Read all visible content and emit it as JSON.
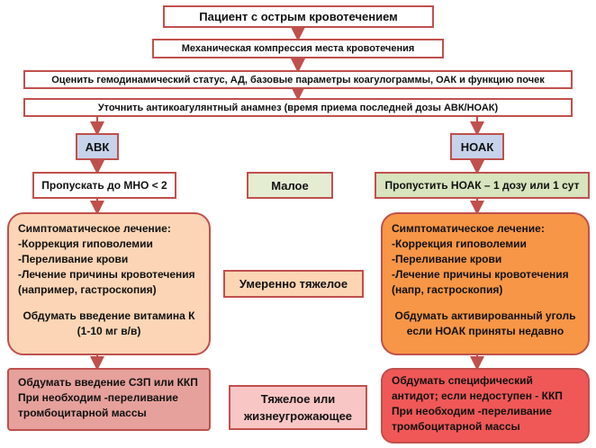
{
  "flow": {
    "step1": "Пациент с острым кровотечением",
    "step2": "Механическая компрессия места кровотечения",
    "step3": "Оценить гемодинамический статус, АД, базовые параметры коагулограммы, ОАК и функцию почек",
    "step4": "Уточнить антикоагулянтный анамнез (время приема последней дозы АВК/НОАК)"
  },
  "branches": {
    "left": "АВК",
    "right": "НОАК"
  },
  "severity": {
    "mild": "Малое",
    "moderate": "Умеренно тяжелое",
    "severe_line1": "Тяжелое или",
    "severe_line2": "жизнеугрожающее"
  },
  "avk": {
    "mild": "Пропускать до МНО < 2",
    "moderate": {
      "l1": "Симптоматическое лечение:",
      "l2": "-Коррекция гиповолемии",
      "l3": "-Переливание крови",
      "l4": "-Лечение причины кровотечения",
      "l5": "(например, гастроскопия)",
      "l6": "Обдумать введение витамина К",
      "l7": "(1-10 мг в/в)"
    },
    "severe": {
      "l1": "Обдумать введение СЗП или ККП",
      "l2": "При необходим -переливание",
      "l3": "тромбоцитарной  массы"
    }
  },
  "noak": {
    "mild": "Пропустить НОАК – 1 дозу или 1 сут",
    "moderate": {
      "l1": "Симптоматическое лечение:",
      "l2": "-Коррекция гиповолемии",
      "l3": "-Переливание крови",
      "l4": "-Лечение причины кровотечения",
      "l5": "(напр, гастроскопия)",
      "l6": "Обдумать  активированный  уголь",
      "l7": "если НОАК  приняты  недавно"
    },
    "severe": {
      "l1": "Обдумать  специфический",
      "l2": "антидот; если недоступен - ККП",
      "l3": "При необходим -переливание",
      "l4": "тромбоцитарной  массы"
    }
  },
  "colors": {
    "border": "#c0504d",
    "arrow": "#c0504d",
    "blue": "#c6d3ea",
    "green": "#d7e4bd",
    "peach": "#fbd5b5",
    "orange": "#f79646",
    "pink": "#f9c6c6",
    "red": "#f05858"
  }
}
